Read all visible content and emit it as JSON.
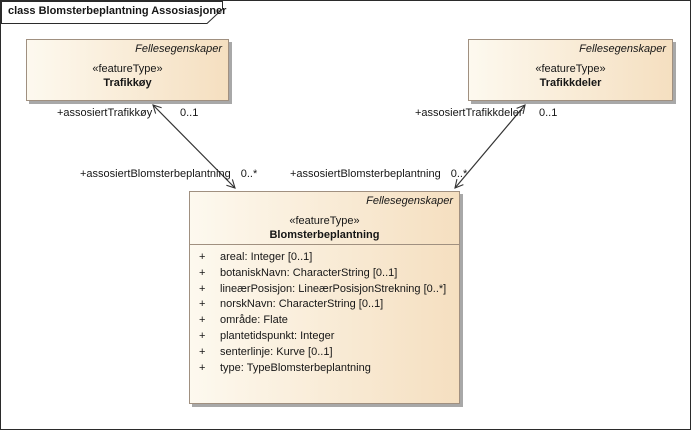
{
  "frame": {
    "title": "class Blomsterbeplantning Assosiasjoner"
  },
  "colors": {
    "box_fill_left": "#fdf9ef",
    "box_fill_right": "#f5dfc0",
    "box_border": "#a09080",
    "box_shadow": "#a8a8a8",
    "line_color": "#333333",
    "frame_border": "#2b2b2b",
    "canvas_bg": "#ffffff",
    "text_color": "#161616"
  },
  "classes": {
    "trafikkoy": {
      "property_label": "Fellesegenskaper",
      "stereotype": "«featureType»",
      "name": "Trafikkøy"
    },
    "trafikkdeler": {
      "property_label": "Fellesegenskaper",
      "stereotype": "«featureType»",
      "name": "Trafikkdeler"
    },
    "blomsterbeplantning": {
      "property_label": "Fellesegenskaper",
      "stereotype": "«featureType»",
      "name": "Blomsterbeplantning",
      "attributes": [
        {
          "vis": "+",
          "text": "areal: Integer [0..1]"
        },
        {
          "vis": "+",
          "text": "botaniskNavn: CharacterString [0..1]"
        },
        {
          "vis": "+",
          "text": "lineærPosisjon: LineærPosisjonStrekning [0..*]"
        },
        {
          "vis": "+",
          "text": "norskNavn: CharacterString [0..1]"
        },
        {
          "vis": "+",
          "text": "område: Flate"
        },
        {
          "vis": "+",
          "text": "plantetidspunkt: Integer"
        },
        {
          "vis": "+",
          "text": "senterlinje: Kurve [0..1]"
        },
        {
          "vis": "+",
          "text": "type: TypeBlomsterbeplantning"
        }
      ]
    }
  },
  "associations": {
    "to_trafikkoy": {
      "target_role": "+assosiertTrafikkøy",
      "target_mult": "0..1",
      "source_role": "+assosiertBlomsterbeplantning",
      "source_mult": "0..*"
    },
    "to_trafikkdeler": {
      "target_role": "+assosiertTrafikkdeler",
      "target_mult": "0..1",
      "source_role": "+assosiertBlomsterbeplantning",
      "source_mult": "0..*"
    }
  }
}
